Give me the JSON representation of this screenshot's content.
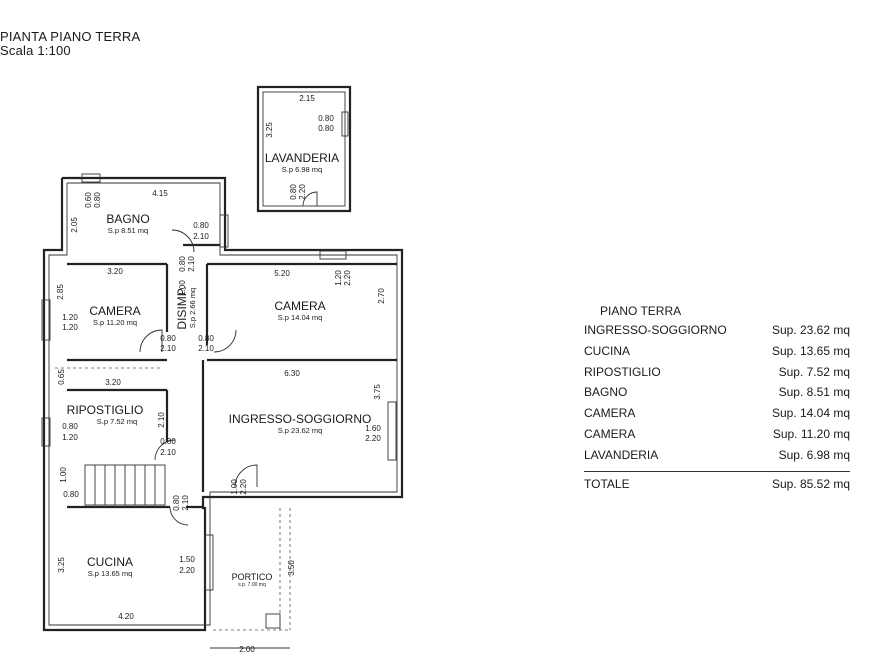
{
  "header": {
    "title": "PIANTA PIANO TERRA",
    "scale": "Scala 1:100"
  },
  "rooms": {
    "bagno": {
      "name": "BAGNO",
      "sp": "S.p 8.51 mq"
    },
    "lavanderia": {
      "name": "LAVANDERIA",
      "sp": "S.p 6.98 mq"
    },
    "camera_small": {
      "name": "CAMERA",
      "sp": "S.p 11.20 mq"
    },
    "camera_large": {
      "name": "CAMERA",
      "sp": "S.p 14.04 mq"
    },
    "disimp": {
      "name": "DISIMP.",
      "sp": "S.p 2.66 mq"
    },
    "ripostiglio": {
      "name": "RIPOSTIGLIO",
      "sp": "S.p 7.52 mq"
    },
    "ingresso": {
      "name": "INGRESSO-SOGGIORNO",
      "sp": "S.p 23.62 mq"
    },
    "cucina": {
      "name": "CUCINA",
      "sp": "S.p 13.65 mq"
    },
    "portico": {
      "name": "PORTICO",
      "sp": "s.p. 7.00 mq"
    }
  },
  "dims": {
    "bagno_w": "4.15",
    "bagno_h": "2.05",
    "bagno_win_a": "0.60",
    "bagno_win_b": "0.80",
    "bagno_door_a": "0.80",
    "bagno_door_b": "2.10",
    "lav_w": "2.15",
    "lav_h": "3.25",
    "lav_win_a": "0.80",
    "lav_win_b": "0.80",
    "lav_door_a": "0.80",
    "lav_door_b": "2.20",
    "cam1_w": "3.20",
    "cam1_h": "2.85",
    "cam1_win_a": "1.20",
    "cam1_win_b": "1.20",
    "dis_door_a": "0.80",
    "dis_door_b": "2.10",
    "dis_w": "1.00",
    "cam1_door_a": "0.80",
    "cam1_door_b": "2.10",
    "cam2_door_a": "0.80",
    "cam2_door_b": "2.10",
    "cam2_w": "5.20",
    "cam2_h": "2.70",
    "cam2_win_a": "1.20",
    "cam2_win_b": "2.20",
    "corr_h": "0.65",
    "rip_w": "3.20",
    "rip_win_a": "0.80",
    "rip_win_b": "1.20",
    "rip_h": "2.10",
    "rip_door_a": "0.80",
    "rip_door_b": "2.10",
    "ing_w": "6.30",
    "ing_h": "3.75",
    "ing_win_a": "1.60",
    "ing_win_b": "2.20",
    "stair_a": "1.00",
    "stair_b": "0.80",
    "kit_door_a": "0.80",
    "kit_door_b": "2.10",
    "ent_door_a": "1.00",
    "ent_door_b": "2.20",
    "cuc_h": "3.25",
    "cuc_win_a": "1.50",
    "cuc_win_b": "2.20",
    "cuc_w": "4.20",
    "port_h": "3.50",
    "port_w": "2.00"
  },
  "summary": {
    "title": "PIANO TERRA",
    "rows": [
      {
        "label": "INGRESSO-SOGGIORNO",
        "value": "Sup. 23.62 mq"
      },
      {
        "label": "CUCINA",
        "value": "Sup. 13.65 mq"
      },
      {
        "label": "RIPOSTIGLIO",
        "value": "Sup.  7.52 mq"
      },
      {
        "label": "BAGNO",
        "value": "Sup.  8.51 mq"
      },
      {
        "label": "CAMERA",
        "value": "Sup. 14.04 mq"
      },
      {
        "label": "CAMERA",
        "value": "Sup. 11.20 mq"
      },
      {
        "label": "LAVANDERIA",
        "value": "Sup.  6.98 mq"
      }
    ],
    "total_label": "TOTALE",
    "total_value": "Sup.  85.52 mq"
  }
}
